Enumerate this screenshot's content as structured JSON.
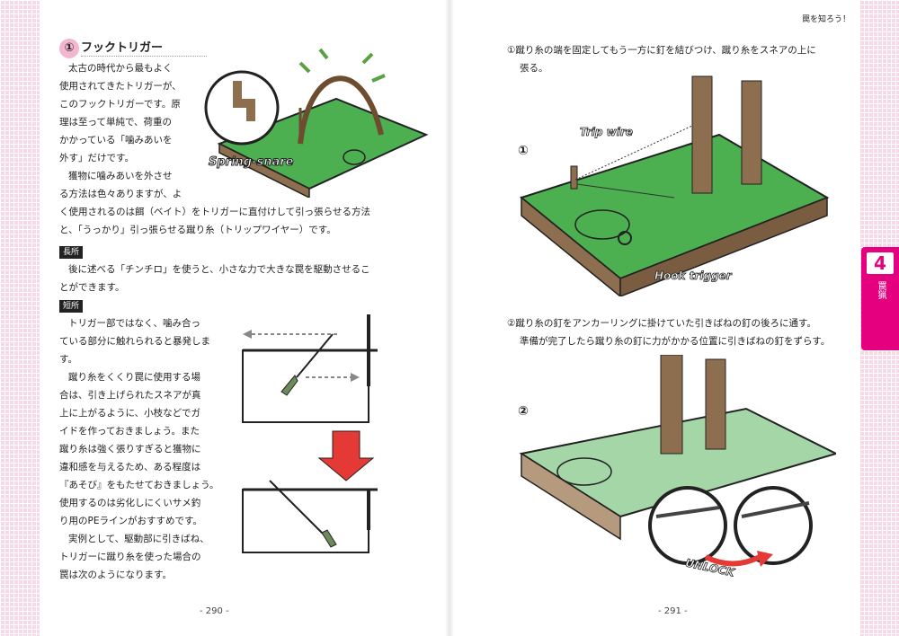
{
  "header": {
    "running_title": "罠を知ろう！"
  },
  "left_page": {
    "section_title": "フックトリガー",
    "section_number": "①",
    "paragraph1": [
      "太古の時代から最もよく",
      "使用されてきたトリガーが、",
      "このフックトリガーです。原",
      "理は至って単純で、荷重の",
      "かかっている「噛みあいを",
      "外す」だけです。",
      "獲物に噛みあいを外させ",
      "る方法は色々ありますが、よ",
      "く使用されるのは餌（ベイト）をトリガーに直付けして引っ張らせる方法",
      "と、「うっかり」引っ張らせる蹴り糸（トリップワイヤー）です。"
    ],
    "tag_merit": "長所",
    "merit_text": [
      "後に述べる「チンチロ」を使うと、小さな力で大きな罠を駆動させるこ",
      "とができます。"
    ],
    "tag_demerit": "短所",
    "demerit_text": [
      "トリガー部ではなく、噛み合っ",
      "ている部分に触れられると暴発しま",
      "す。",
      "蹴り糸をくくり罠に使用する場",
      "合は、引き上げられたスネアが真",
      "上に上がるように、小枝などでガ",
      "イドを作っておきましょう。また",
      "蹴り糸は強く張りすぎると獲物に",
      "違和感を与えるため、ある程度は",
      "『あそび』をもたせておきましょう。",
      "使用するのは劣化しにくいサメ釣",
      "り用のPEラインがおすすめです。",
      "実例として、駆動部に引きばね、",
      "トリガーに蹴り糸を使った場合の",
      "罠は次のようになります。"
    ],
    "figure_label": "Spring-snare",
    "page_number": "- 290 -"
  },
  "right_page": {
    "step1_text": [
      "①蹴り糸の端を固定してもう一方に釘を結びつけ、蹴り糸をスネアの上に",
      "張る。"
    ],
    "step1_marker": "①",
    "label_trip_wire": "Trip wire",
    "label_hook_trigger": "Hook trigger",
    "step2_text": [
      "②蹴り糸の釘をアンカーリングに掛けていた引きばねの釘の後ろに通す。",
      "準備が完了したら蹴り糸の釘に力がかかる位置に引きばねの釘をずらす。"
    ],
    "step2_marker": "②",
    "label_unlock": "UNLOCK",
    "page_number": "- 291 -"
  },
  "chapter_tab": {
    "number": "4",
    "label": "罠猟"
  },
  "colors": {
    "accent": "#e4007f",
    "grid": "#f7d9e6",
    "grass": "#4caf50",
    "soil": "#8d6e4f"
  }
}
